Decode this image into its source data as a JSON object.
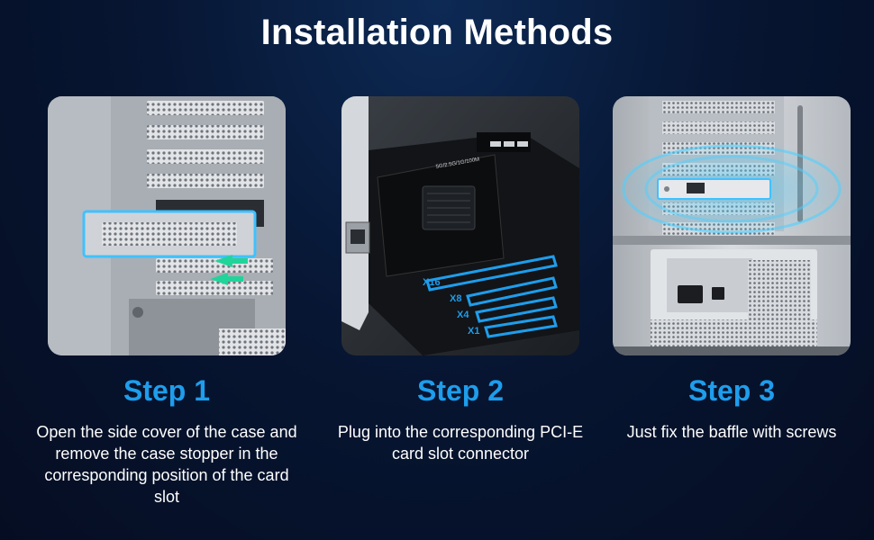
{
  "title": "Installation Methods",
  "steps": [
    {
      "title": "Step 1",
      "description": "Open the side cover of the case and remove the case stopper in the corresponding position of the card slot"
    },
    {
      "title": "Step 2",
      "description": "Plug into the corresponding PCI-E card slot connector",
      "card_label": "5G/2.5G/1G/100M",
      "slot_labels": [
        "X16",
        "X8",
        "X4",
        "X1"
      ]
    },
    {
      "title": "Step 3",
      "description": "Just fix the baffle with screws"
    }
  ],
  "colors": {
    "accent": "#1e9dec",
    "highlight": "#3fc1ff",
    "arrow": "#21d49a"
  }
}
